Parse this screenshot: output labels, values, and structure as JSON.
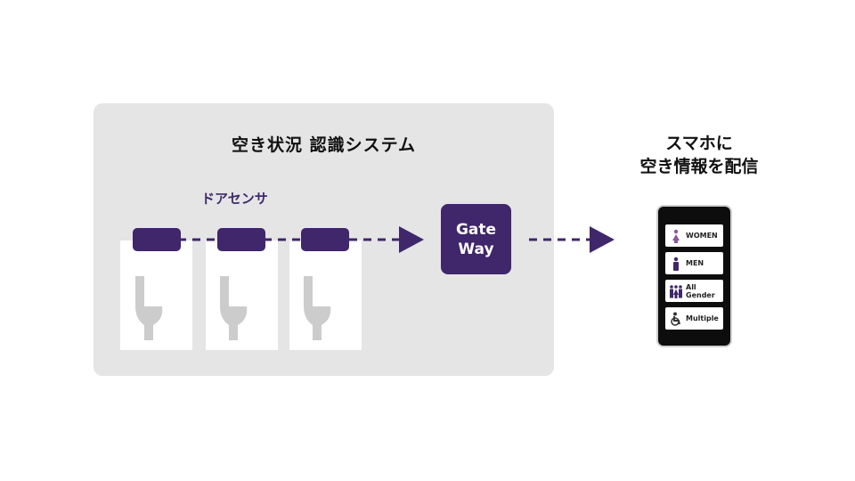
{
  "system": {
    "title": "空き状況 認識システム",
    "sensor_label": "ドアセンサ",
    "stall_count": 3,
    "gateway_lines": [
      "Gate",
      "Way"
    ]
  },
  "phone_section": {
    "title_lines": [
      "スマホに",
      "空き情報を配信"
    ],
    "buttons": [
      {
        "label": "WOMEN",
        "icon": "woman-icon",
        "color": "#8a5a9c"
      },
      {
        "label": "MEN",
        "icon": "man-icon",
        "color": "#40266b"
      },
      {
        "label": "All Gender",
        "icon": "all-gender-icon",
        "color": "#40266b"
      },
      {
        "label": "Multiple",
        "icon": "wheelchair-icon",
        "color": "#333333"
      }
    ]
  },
  "colors": {
    "accent": "#40266b",
    "panel": "#e5e5e5",
    "toilet": "#cccccc"
  }
}
